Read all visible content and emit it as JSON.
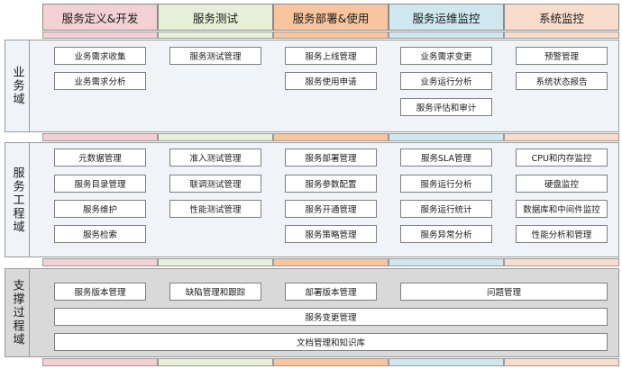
{
  "columns": [
    {
      "label": "服务定义&开发",
      "color": "#f2d0d4"
    },
    {
      "label": "服务测试",
      "color": "#e7efd9"
    },
    {
      "label": "服务部署&使用",
      "color": "#f9c59e"
    },
    {
      "label": "服务运维监控",
      "color": "#cfe7ef"
    },
    {
      "label": "系统监控",
      "color": "#f9ddcc"
    }
  ],
  "domains": {
    "business": {
      "label": "业务域",
      "background": "#f0f3f7",
      "items": [
        [
          "业务需求收集",
          "业务需求分析"
        ],
        [
          "服务测试管理"
        ],
        [
          "服务上线管理",
          "服务使用申请"
        ],
        [
          "业务需求变更",
          "业务运行分析",
          "服务评估和审计"
        ],
        [
          "预警管理",
          "系统状态报告"
        ]
      ]
    },
    "engineering": {
      "label": "服务工程域",
      "background": "#f0f3f7",
      "items": [
        [
          "元数据管理",
          "服务目录管理",
          "服务维护",
          "服务检索"
        ],
        [
          "准入测试管理",
          "联调测试管理",
          "性能测试管理"
        ],
        [
          "服务部署管理",
          "服务参数配置",
          "服务开通管理",
          "服务策略管理"
        ],
        [
          "服务SLA管理",
          "服务运行分析",
          "服务运行统计",
          "服务异常分析"
        ],
        [
          "CPU和内存监控",
          "硬盘监控",
          "数据库和中间件监控",
          "性能分析和管理"
        ]
      ]
    },
    "support": {
      "label": "支撑过程域",
      "background": "#d9d9d9",
      "row1": [
        "服务版本管理",
        "缺陷管理和跟踪",
        "部署版本管理",
        "问题管理"
      ],
      "row2": "服务变更管理",
      "row3": "文档管理和知识库"
    }
  }
}
